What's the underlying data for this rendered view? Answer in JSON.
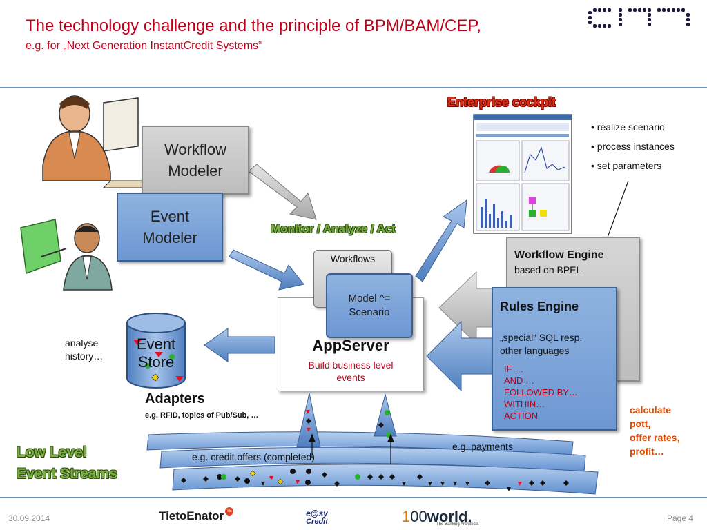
{
  "header": {
    "title": "The technology challenge and the principle of BPM/BAM/CEP,",
    "subtitle": "e.g. for „Next Generation InstantCredit Systems“"
  },
  "diagram": {
    "workflow_modeler": "Workflow\nModeler",
    "event_modeler": "Event\nModeler",
    "monitor_label": "Monitor / Analyze / Act",
    "enterprise_cockpit": "Enterprise cockpit",
    "cockpit_bullets": [
      "• realize scenario",
      "• process instances",
      "• set parameters"
    ],
    "workflows_scroll": "Workflows",
    "model_scroll": "Model ^=\nScenario",
    "appserver_title": "AppServer",
    "appserver_sub": "Build business level\nevents",
    "workflow_engine_title": "Workflow Engine",
    "workflow_engine_sub": "based on BPEL",
    "rules_engine_title": "Rules Engine",
    "rules_engine_sub": "„special“ SQL resp.\nother languages",
    "rules_keywords": "IF …\nAND …\nFOLLOWED BY…\nWITHIN…\nACTION",
    "event_store": "Event\nStore",
    "analyse_history": "analyse\nhistory…",
    "adapters_title": "Adapters",
    "adapters_sub": "e.g. RFID, topics of Pub/Sub, …",
    "calculate": "calculate\npott,\noffer rates,\nprofit…",
    "low_level": "Low Level\nEvent Streams",
    "stream_payments": "e.g. payments",
    "stream_credit": "e.g. credit offers (completed)"
  },
  "footer": {
    "date": "30.09.2014",
    "page": "Page 4",
    "logo_tieto": "TietoEnator",
    "logo_tieto_badge": "TE",
    "logo_easy_top": "e@sy",
    "logo_easy_bottom": "Credit",
    "logo_100": "1",
    "logo_100_oo": "00",
    "logo_world": "world.",
    "logo_world_sub": "The Banking Architects"
  },
  "colors": {
    "title_red": "#c0001a",
    "box_blue": "#7aa1d8",
    "box_gray": "#c8c8c8",
    "green_label": "#7ab040",
    "orange_label": "#e04a00"
  }
}
